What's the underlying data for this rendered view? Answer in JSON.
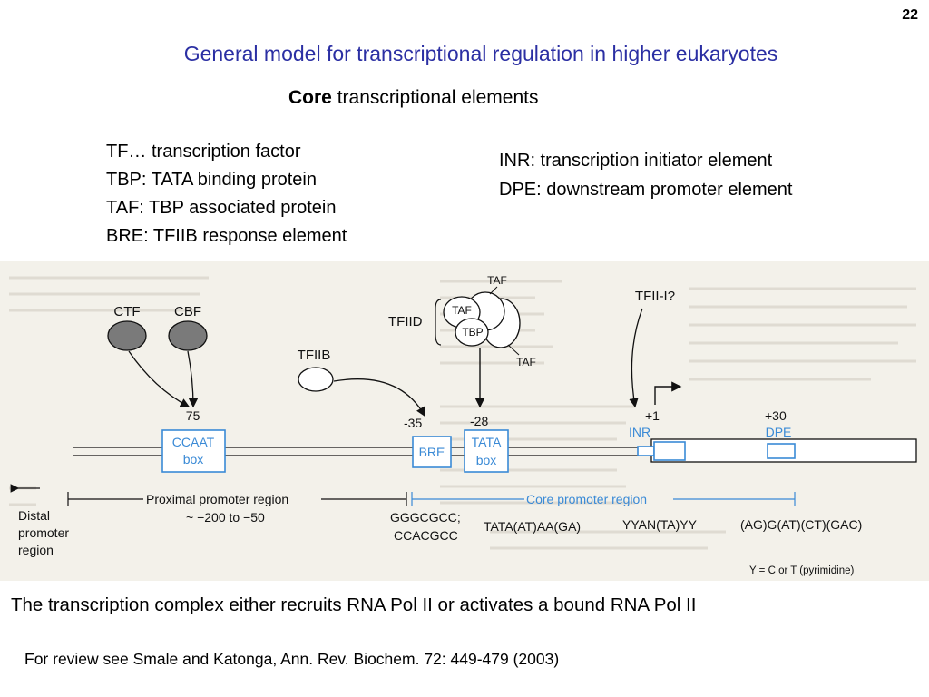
{
  "slide": {
    "number": "22",
    "title": "General model for transcriptional regulation in higher eukaryotes",
    "subtitle_bold": "Core",
    "subtitle_rest": "transcriptional elements"
  },
  "definitions_left": [
    "TF… transcription factor",
    "TBP: TATA binding protein",
    "TAF:  TBP associated protein",
    "BRE: TFIIB response element"
  ],
  "definitions_right": [
    "INR: transcription initiator element",
    "DPE: downstream promoter element"
  ],
  "diagram": {
    "factors": {
      "ctf": "CTF",
      "cbf": "CBF",
      "tfiib": "TFIIB",
      "tfiid": "TFIID",
      "taf_top": "TAF",
      "taf_inner": "TAF",
      "tbp": "TBP",
      "taf_bottom": "TAF",
      "tfii_i": "TFII-I?"
    },
    "positions": {
      "minus75": "–75",
      "minus35": "-35",
      "minus28": "-28",
      "plus1": "+1",
      "plus30": "+30"
    },
    "boxes": {
      "ccaat_1": "CCAAT",
      "ccaat_2": "box",
      "bre": "BRE",
      "tata_1": "TATA",
      "tata_2": "box",
      "inr": "INR",
      "dpe": "DPE"
    },
    "regions": {
      "distal_1": "Distal",
      "distal_2": "promoter",
      "distal_3": "region",
      "proximal": "Proximal promoter region",
      "proximal_range": "~ −200 to −50",
      "core": "Core promoter region"
    },
    "sequences": {
      "bre_1": "GGGCGCC;",
      "bre_2": "CCACGCC",
      "tata": "TATA(AT)AA(GA)",
      "inr": "YYAN(TA)YY",
      "dpe": "(AG)G(AT)(CT)(GAC)"
    },
    "footnote": "Y = C or T (pyrimidine)"
  },
  "caption": "The transcription complex either recruits RNA Pol II or activates a bound RNA Pol II",
  "reference": "For review see Smale and Katonga, Ann. Rev. Biochem.  72: 449-479 (2003)",
  "colors": {
    "title": "#2b2fa3",
    "element_blue": "#3a8ad6",
    "factor_gray": "#7a7a7a",
    "figure_background": "#f3f1ea"
  }
}
